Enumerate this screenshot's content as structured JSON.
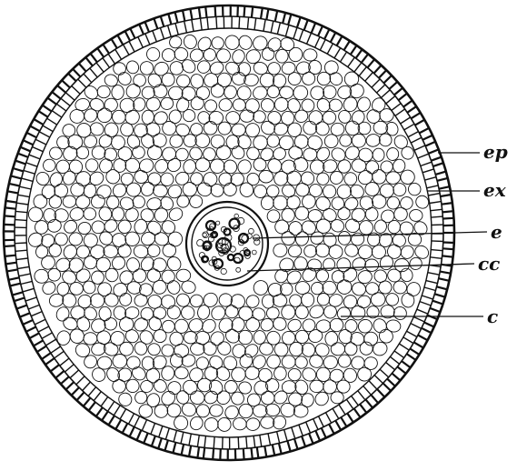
{
  "labels": {
    "ep": "ep",
    "ex": "ex",
    "e": "e",
    "cc": "cc",
    "c": "c"
  },
  "colors": {
    "ink": "#111111",
    "paper": "#ffffff"
  }
}
